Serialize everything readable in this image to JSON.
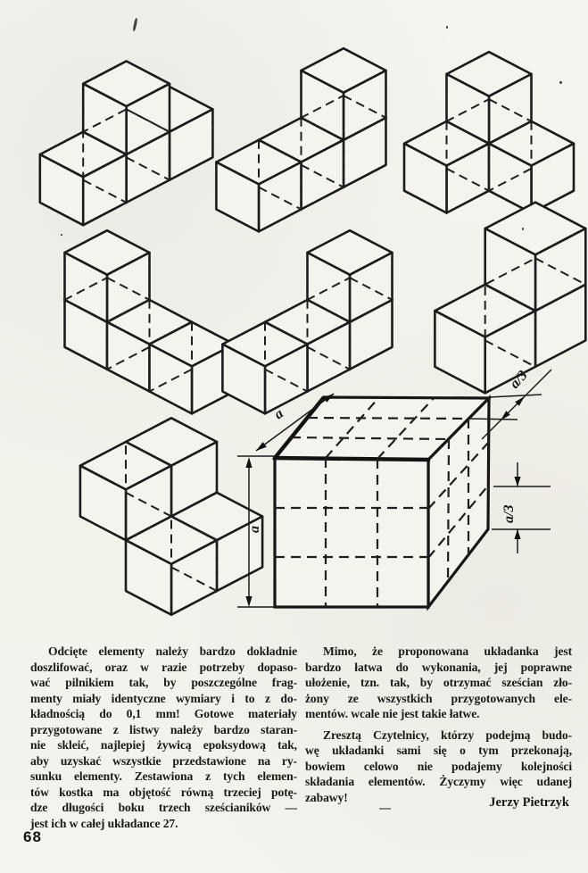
{
  "page": {
    "number": "68"
  },
  "figures": {
    "pieces": [
      {
        "name": "piece-t-vertical",
        "u": 55,
        "ox": 190,
        "oy": 151,
        "cubes": [
          [
            0,
            0,
            0
          ],
          [
            0,
            1,
            0
          ],
          [
            0,
            2,
            0
          ],
          [
            0,
            1,
            1
          ]
        ]
      },
      {
        "name": "piece-l-vertical",
        "u": 54,
        "ox": 385,
        "oy": 160,
        "cubes": [
          [
            0,
            0,
            0
          ],
          [
            0,
            1,
            0
          ],
          [
            0,
            2,
            0
          ],
          [
            0,
            0,
            1
          ]
        ]
      },
      {
        "name": "piece-branch",
        "u": 54,
        "ox": 548,
        "oy": 164,
        "cubes": [
          [
            0,
            0,
            0
          ],
          [
            0,
            1,
            0
          ],
          [
            1,
            0,
            0
          ],
          [
            0,
            0,
            1
          ]
        ]
      },
      {
        "name": "piece-l-right",
        "u": 54,
        "ox": 120,
        "oy": 364,
        "cubes": [
          [
            0,
            0,
            0
          ],
          [
            0,
            0,
            1
          ],
          [
            1,
            0,
            0
          ],
          [
            2,
            0,
            0
          ]
        ]
      },
      {
        "name": "piece-l-left",
        "u": 54,
        "ox": 392,
        "oy": 364,
        "cubes": [
          [
            0,
            0,
            0
          ],
          [
            0,
            0,
            1
          ],
          [
            0,
            1,
            0
          ],
          [
            0,
            2,
            0
          ]
        ]
      },
      {
        "name": "piece-v-tricube",
        "u": 64,
        "ox": 600,
        "oy": 352,
        "cubes": [
          [
            0,
            0,
            0
          ],
          [
            0,
            1,
            0
          ],
          [
            0,
            0,
            1
          ]
        ]
      },
      {
        "name": "piece-step",
        "u": 58,
        "ox": 192,
        "oy": 582,
        "cubes": [
          [
            0,
            0,
            1
          ],
          [
            0,
            1,
            1
          ],
          [
            1,
            0,
            0
          ],
          [
            1,
            1,
            0
          ]
        ]
      }
    ],
    "cube_diagram": {
      "description": "3x3x3 cube divided into 27 unit cubes, dashed grid, dimensioned",
      "labels": {
        "a_left": "a",
        "a_top": "a",
        "a3_top": "a/3",
        "a3_right": "a/3"
      }
    }
  },
  "article": {
    "col1": [
      "Odcięte elementy należy bardzo dokładnie",
      "doszlifować, oraz w razie potrzeby dopaso-",
      "wać pilnikiem tak, by poszczególne frag-",
      "menty miały identyczne wymiary i to z do-",
      "kładnością do 0,1 mm! Gotowe materiały",
      "przygotowane z listwy należy bardzo staran-",
      "nie skleić, najlepiej żywicą epoksydową tak,",
      "aby uzyskać wszystkie przedstawione na ry-",
      "sunku elementy. Zestawiona z tych elemen-",
      "tów kostka ma objętość równą trzeciej potę-",
      "dze długości boku trzech sześcianików —",
      "jest ich w całej układance 27."
    ],
    "col2a": [
      "Mimo, że proponowana układanka jest",
      "bardzo łatwa do wykonania, jej poprawne",
      "ułożenie, tzn. tak, by otrzymać sześcian zło-",
      "żony ze wszystkich przygotowanych ele-",
      "mentów. wcale nie jest takie łatwe."
    ],
    "col2b": [
      "Zresztą Czytelnicy, którzy podejmą budo-",
      "wę układanki sami się o tym przekonają,",
      "bowiem celowo nie podajemy kolejności",
      "składania elementów. Życzymy więc udanej",
      "zabawy!"
    ],
    "signature": "Jerzy Pietrzyk"
  }
}
